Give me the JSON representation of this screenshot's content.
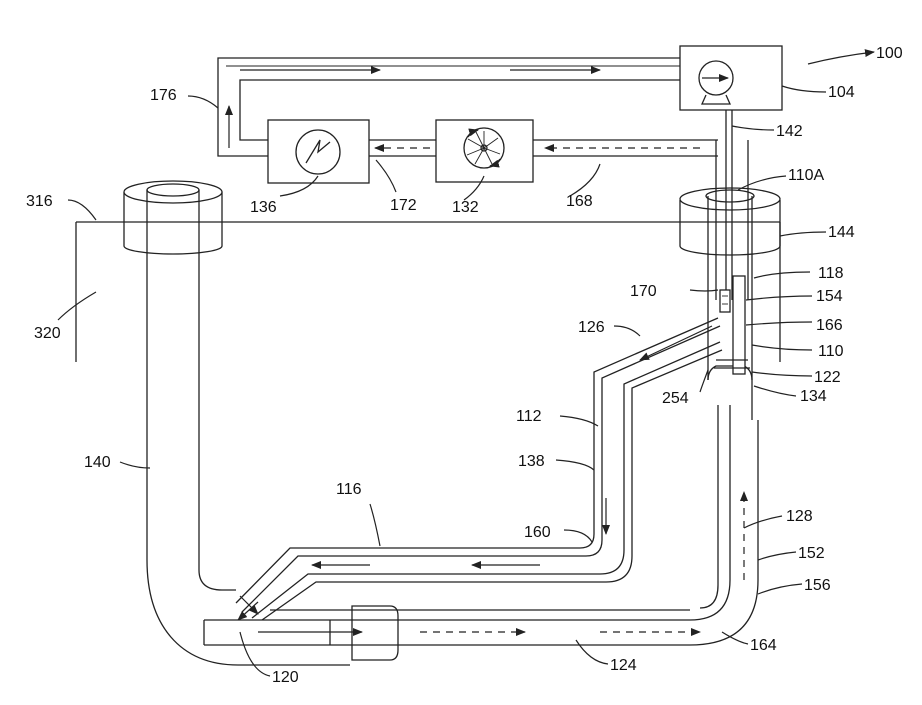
{
  "figure": {
    "labels": {
      "r100": "100",
      "r104": "104",
      "r110A": "110A",
      "r110": "110",
      "r112": "112",
      "r116": "116",
      "r118": "118",
      "r120": "120",
      "r122": "122",
      "r124": "124",
      "r126": "126",
      "r128": "128",
      "r132": "132",
      "r134": "134",
      "r136": "136",
      "r138": "138",
      "r140": "140",
      "r142": "142",
      "r144": "144",
      "r152": "152",
      "r154": "154",
      "r156": "156",
      "r160": "160",
      "r164": "164",
      "r166": "166",
      "r168": "168",
      "r170": "170",
      "r172": "172",
      "r176": "176",
      "r254": "254",
      "r316": "316",
      "r320": "320"
    },
    "icons": [
      "pump-icon",
      "fan-icon",
      "heat-exchanger-icon"
    ]
  }
}
